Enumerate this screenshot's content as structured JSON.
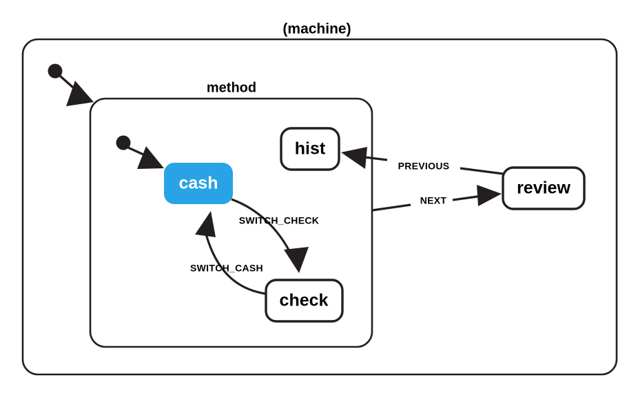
{
  "diagram": {
    "type": "statechart",
    "title": "(machine)",
    "regions": [
      {
        "id": "machine",
        "label": "(machine)",
        "kind": "root-region"
      },
      {
        "id": "method",
        "label": "method",
        "kind": "compound-state"
      }
    ],
    "states": [
      {
        "id": "cash",
        "label": "cash",
        "parent": "method",
        "active": true,
        "color": "#29a3e5",
        "text_color": "#ffffff"
      },
      {
        "id": "check",
        "label": "check",
        "parent": "method",
        "active": false,
        "color": "#ffffff",
        "text_color": "#000000"
      },
      {
        "id": "hist",
        "label": "hist",
        "parent": "method",
        "active": false,
        "color": "#ffffff",
        "text_color": "#000000"
      },
      {
        "id": "review",
        "label": "review",
        "parent": "machine",
        "active": false,
        "color": "#ffffff",
        "text_color": "#000000"
      }
    ],
    "initial_markers": [
      {
        "id": "machine-initial",
        "target": "method",
        "region": "machine"
      },
      {
        "id": "method-initial",
        "target": "cash",
        "region": "method"
      }
    ],
    "transitions": [
      {
        "id": "cash-to-check",
        "label": "SWITCH_CHECK",
        "from": "cash",
        "to": "check"
      },
      {
        "id": "check-to-cash",
        "label": "SWITCH_CASH",
        "from": "check",
        "to": "cash"
      },
      {
        "id": "method-to-review",
        "label": "NEXT",
        "from": "method",
        "to": "review"
      },
      {
        "id": "review-to-hist",
        "label": "PREVIOUS",
        "from": "review",
        "to": "hist"
      }
    ],
    "colors": {
      "active_state": "#29a3e5",
      "stroke": "#231f20",
      "background": "#ffffff",
      "text": "#000000"
    }
  }
}
